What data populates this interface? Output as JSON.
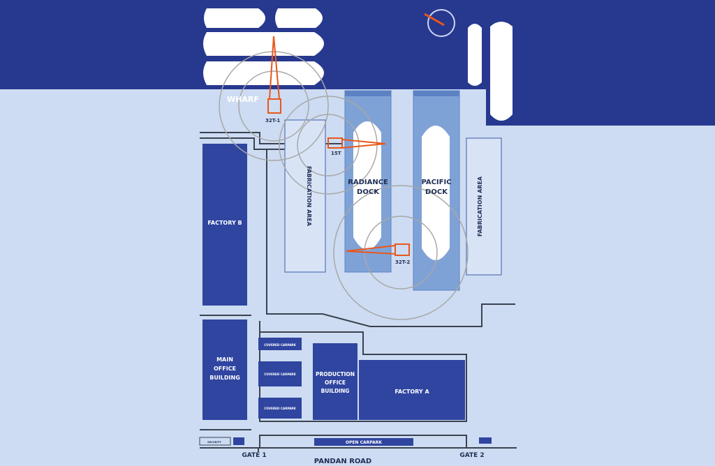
{
  "colors": {
    "sea": "#27388f",
    "land": "#cddcf2",
    "building": "#2f45a0",
    "dock": "#7fa2d6",
    "dock_water": "#ffffff",
    "road": "#3b4250",
    "crane": "#e8571c",
    "ring": "#a8a8a8"
  },
  "labels": {
    "wharf": "WHARF",
    "crane_32t_1": "32T-1",
    "crane_15t": "15T",
    "crane_32t_2": "32T-2",
    "fabrication_area_left": "FABRICATION AREA",
    "fabrication_area_right": "FABRICATION AREA",
    "radiance_dock_1": "RADIANCE",
    "radiance_dock_2": "DOCK",
    "pacific_dock_1": "PACIFIC",
    "pacific_dock_2": "DOCK",
    "factory_b": "FACTORY B",
    "main_office_1": "MAIN",
    "main_office_2": "OFFICE",
    "main_office_3": "BUILDING",
    "covered_carpark": "COVERED CARPARK",
    "production_office_1": "PRODUCTION",
    "production_office_2": "OFFICE",
    "production_office_3": "BUILDING",
    "factory_a": "FACTORY A",
    "open_carpark": "OPEN CARPARK",
    "security": "SECURITY",
    "gate_1": "GATE 1",
    "gate_2": "GATE 2",
    "pandan_road": "PANDAN ROAD"
  }
}
